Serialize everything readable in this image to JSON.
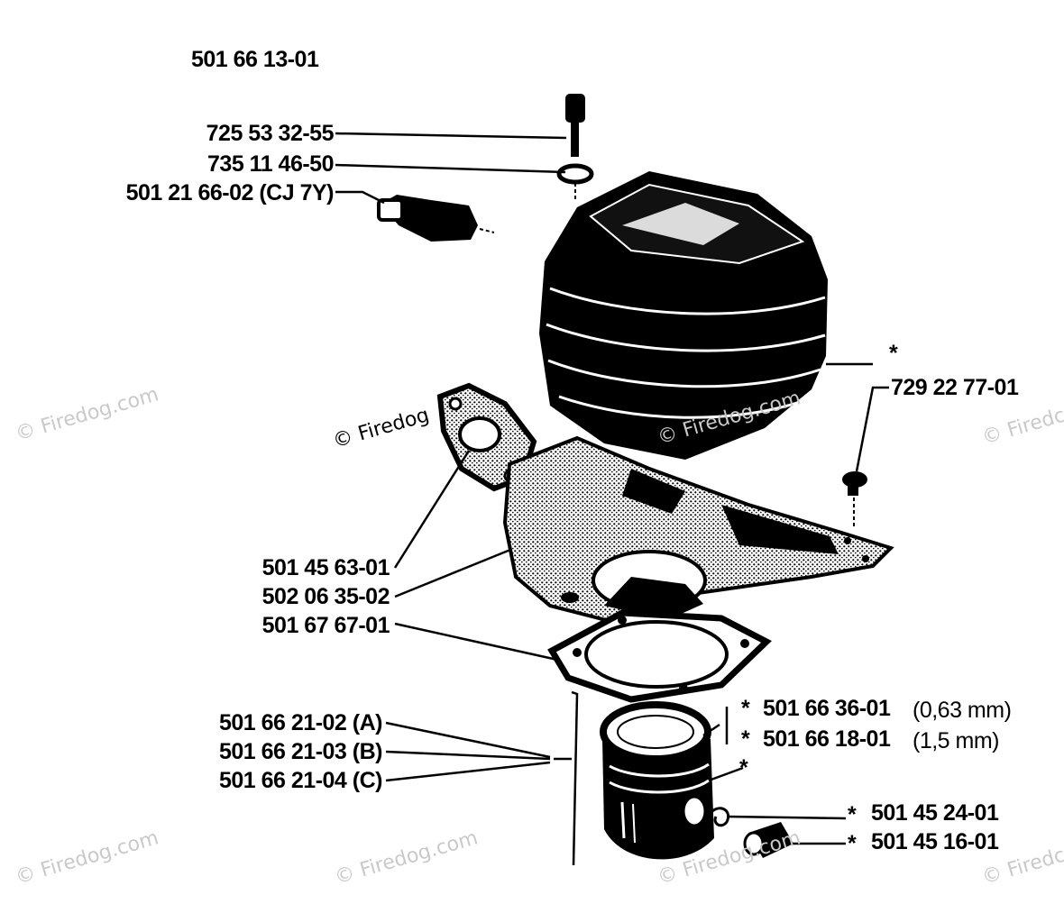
{
  "title": "501 66 13-01",
  "watermark": "© Firedog.com",
  "watermark_short": "© Firedc",
  "watermark_mid": "© Firedog",
  "colors": {
    "ink": "#000000",
    "paper": "#ffffff",
    "watermark": "#c9c9c9"
  },
  "parts": {
    "bolt": "725 53 32-55",
    "washer": "735 11 46-50",
    "spark_plug": "501 21 66-02 (CJ 7Y)",
    "cylinder_mark": "*",
    "cylinder_screw": "729 22 77-01",
    "gasket_small": "501 45 63-01",
    "heat_shield": "502 06 35-02",
    "base_gasket": "501 67 67-01",
    "piston_a": "501 66 21-02 (A)",
    "piston_b": "501 66 21-03 (B)",
    "piston_c": "501 66 21-04 (C)",
    "ring_1": "501 66 36-01",
    "ring_1_note": "(0,63 mm)",
    "ring_2": "501 66 18-01",
    "ring_2_note": "(1,5 mm)",
    "ring_mark": "*",
    "wrist_pin_clip": "501 45 24-01",
    "wrist_pin": "501 45 16-01",
    "star": "*"
  }
}
